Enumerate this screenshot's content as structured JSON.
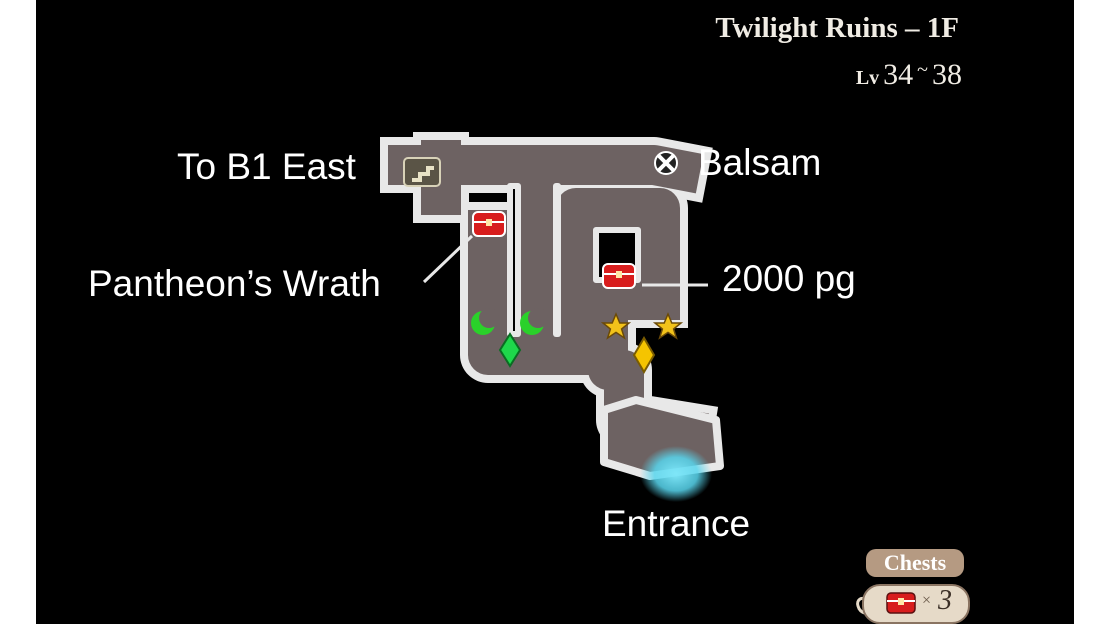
{
  "area": {
    "name": "Twilight Ruins – 1F",
    "level_prefix": "Lv",
    "level_min": "34",
    "level_sep": "~",
    "level_max": "38"
  },
  "labels": {
    "to_b1_east": "To B1 East",
    "balsam": "Balsam",
    "pantheons_wrath": "Pantheon’s Wrath",
    "gold": "2000 pg",
    "entrance": "Entrance"
  },
  "chests": {
    "title": "Chests",
    "times": "×",
    "count": "3"
  },
  "icons": {
    "stairs": "stairs-icon",
    "balsam": "x-mark-icon",
    "chest": "treasure-chest-icon",
    "moon": "crescent-moon-icon",
    "star": "star-icon",
    "crystal": "crystal-icon"
  },
  "colors": {
    "background": "#000000",
    "floor": "#6d6262",
    "wall": "#e8e8e8",
    "chest": "#d81d1d",
    "moon": "#2ad12a",
    "green_crystal": "#1ed84b",
    "star": "#f2c21a",
    "yellow_crystal": "#f5c400",
    "entrance_glow": "#58d6ee"
  }
}
